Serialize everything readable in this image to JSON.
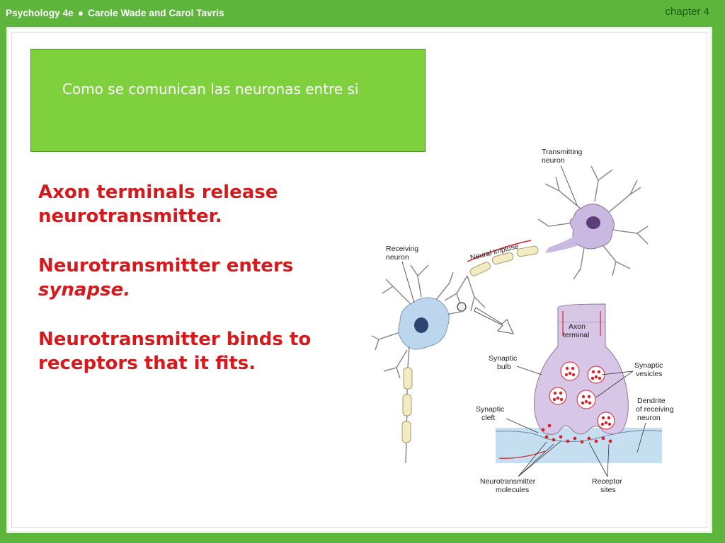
{
  "header": {
    "book": "Psychology 4e",
    "authors": "Carole Wade and Carol Tavris",
    "chapter": "chapter 4"
  },
  "slide": {
    "title": "Como se comunican las neuronas entre si",
    "bullets": [
      "Axon terminals release neurotransmitter.",
      "Neurotransmitter enters ",
      "synapse.",
      "Neurotransmitter binds to receptors that it fits."
    ]
  },
  "diagram": {
    "labels": {
      "transmitting_1": "Transmitting",
      "transmitting_2": "neuron",
      "receiving_1": "Receiving",
      "receiving_2": "neuron",
      "impulse": "Neural impluse",
      "axon_1": "Axon",
      "axon_2": "terminal",
      "bulb_1": "Synaptic",
      "bulb_2": "bulb",
      "vesicles_1": "Synaptic",
      "vesicles_2": "vesicles",
      "dendrite_1": "Dendrite",
      "dendrite_2": "of receiving",
      "dendrite_3": "neuron",
      "cleft_1": "Synaptic",
      "cleft_2": "cleft",
      "nt_1": "Neurotransmitter",
      "nt_2": "molecules",
      "receptor_1": "Receptor",
      "receptor_2": "sites"
    },
    "colors": {
      "transmitting_cell": "#c9b8e0",
      "receiving_cell": "#bcd6ee",
      "nucleus_transmitting": "#5b3d7a",
      "nucleus_receiving": "#2f4470",
      "myelin": "#f2ecc4",
      "terminal_bulb": "#d7c6e6",
      "receiving_membrane": "#c6dff0",
      "neurotransmitter": "#d8232a"
    }
  }
}
